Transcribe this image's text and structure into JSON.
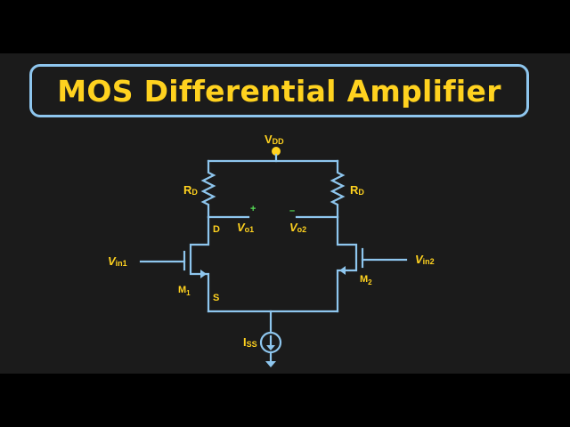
{
  "title": "MOS Differential Amplifier",
  "colors": {
    "background": "#1b1b1b",
    "letterbox": "#000000",
    "wire": "#8ec6ee",
    "label": "#ffd21f",
    "plus_sign": "#55dd55",
    "vdd_node": "#ffd21f"
  },
  "labels": {
    "vdd": {
      "main": "V",
      "sub": "DD"
    },
    "rd_left": {
      "main": "R",
      "sub": "D"
    },
    "rd_right": {
      "main": "R",
      "sub": "D"
    },
    "plus": "+",
    "minus": "–",
    "drain": "D",
    "source": "S",
    "vo1": {
      "main": "V",
      "sub": "o1"
    },
    "vo2": {
      "main": "V",
      "sub": "o2"
    },
    "vin1": {
      "main": "V",
      "sub": "in1"
    },
    "vin2": {
      "main": "V",
      "sub": "in2"
    },
    "m1": {
      "main": "M",
      "sub": "1"
    },
    "m2": {
      "main": "M",
      "sub": "2"
    },
    "iss": {
      "main": "I",
      "sub": "SS"
    }
  }
}
